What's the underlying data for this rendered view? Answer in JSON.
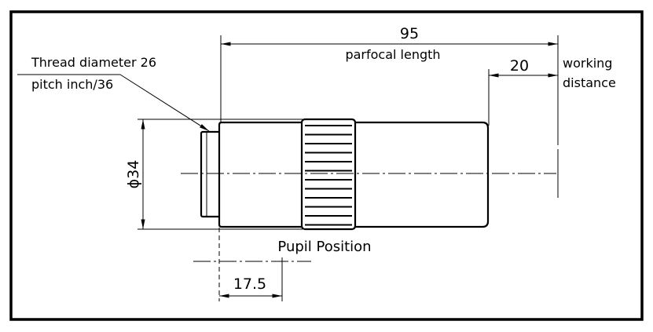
{
  "drawing": {
    "parfocal_dimension": "95",
    "parfocal_label": "parfocal length",
    "working_distance_dimension": "20",
    "working_distance_label_line1": "working",
    "working_distance_label_line2": "distance",
    "thread_label_line1": "Thread diameter 26",
    "thread_label_line2": "pitch inch/36",
    "diameter_dimension": "ϕ34",
    "pupil_label": "Pupil Position",
    "pupil_dimension": "17.5"
  }
}
